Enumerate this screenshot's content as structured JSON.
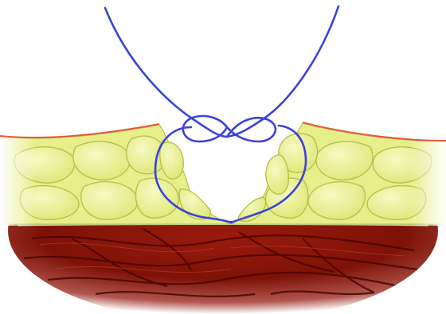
{
  "illustration": {
    "subject": "surgical-suture-through-wound",
    "layers": [
      "adipose-tissue",
      "muscle-tissue",
      "skin-edge"
    ],
    "colors": {
      "background": "#ffffff",
      "fat_fill": "#e7ef8a",
      "fat_highlight": "#f5f8b8",
      "fat_outline": "#b8c24a",
      "skin_edge": "#e8563a",
      "fascia": "#c9d2b8",
      "muscle_fill": "#8a1408",
      "muscle_dark": "#5e0a04",
      "muscle_fiber": "#4a0602",
      "suture": "#3a44d8"
    }
  }
}
